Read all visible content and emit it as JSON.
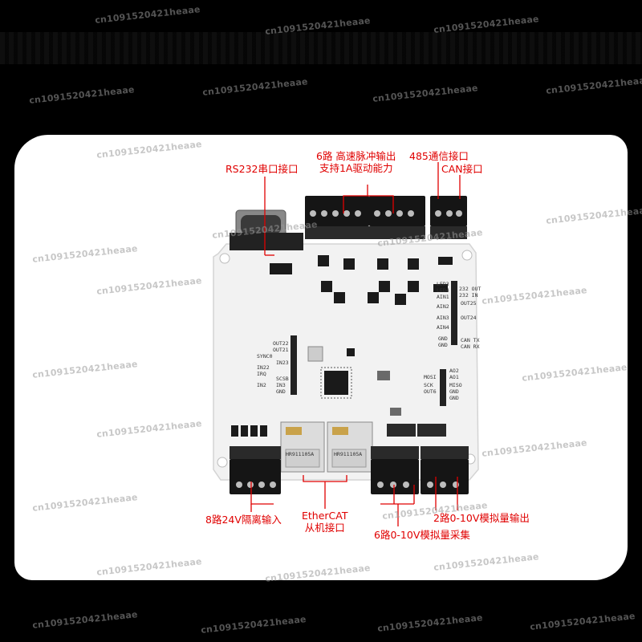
{
  "image": {
    "background_color": "#000000",
    "panel_color": "#ffffff",
    "board_color": "#f2f2f2",
    "connector_color": "#151515",
    "callout_color": "#e00000"
  },
  "labels": {
    "rs232": "RS232串口接口",
    "pulse_line1": "6路 高速脉冲输出",
    "pulse_line2": "支持1A驱动能力",
    "rs485": "485通信接口",
    "can": "CAN接口",
    "isolated_input": "8路24V隔离输入",
    "ethercat_line1": "EtherCAT",
    "ethercat_line2": "从机接口",
    "analog_in": "6路0-10V模拟量采集",
    "analog_out": "2路0-10V模拟量输出"
  },
  "silkscreen": {
    "eth_module": "HR911105A",
    "pin_left": [
      "OUT22",
      "OUT21",
      "SYNC0",
      "IN23",
      "IN22",
      "IRQ",
      "SCSB",
      "IN3",
      "IN2",
      "GND"
    ],
    "pin_right": [
      "LED3",
      "LED4",
      "AIN1",
      "AIN2",
      "AIN3",
      "AIN4",
      "GND",
      "GND"
    ],
    "pin_right_b": [
      "232 OUT",
      "232 IN",
      "OUT25",
      "OUT24",
      "CAN TX",
      "CAN RX"
    ],
    "spi_left": [
      "MOSI",
      "SCK",
      "OUT6"
    ],
    "spi_right": [
      "AO2",
      "AO1",
      "MISO",
      "GND",
      "GND"
    ]
  },
  "watermark": {
    "text": "cn1091520421heaae"
  }
}
